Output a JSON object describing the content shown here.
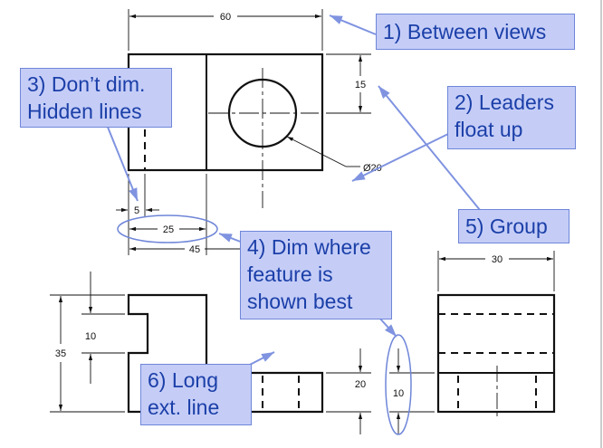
{
  "callouts": {
    "c1": "1) Between views",
    "c2_line1": "2) Leaders",
    "c2_line2": "float up",
    "c3_line1": "3) Don’t dim.",
    "c3_line2": "Hidden lines",
    "c4_line1": "4) Dim where",
    "c4_line2": "feature is",
    "c4_line3": "shown best",
    "c5": "5) Group",
    "c6_line1": "6) Long",
    "c6_line2": "ext. line"
  },
  "dimensions": {
    "width_60": "60",
    "height_15": "15",
    "diameter_20": "Ø20",
    "width_5": "5",
    "width_25": "25",
    "width_45": "45",
    "width_30": "30",
    "height_10_left": "10",
    "height_35": "35",
    "height_20": "20",
    "height_10_right": "10"
  },
  "colors": {
    "callout_fill": "#c5cdf7",
    "callout_border": "#6f86d8",
    "callout_text": "#1b3fa8",
    "arrow": "#7f93e0",
    "line": "#111111"
  }
}
